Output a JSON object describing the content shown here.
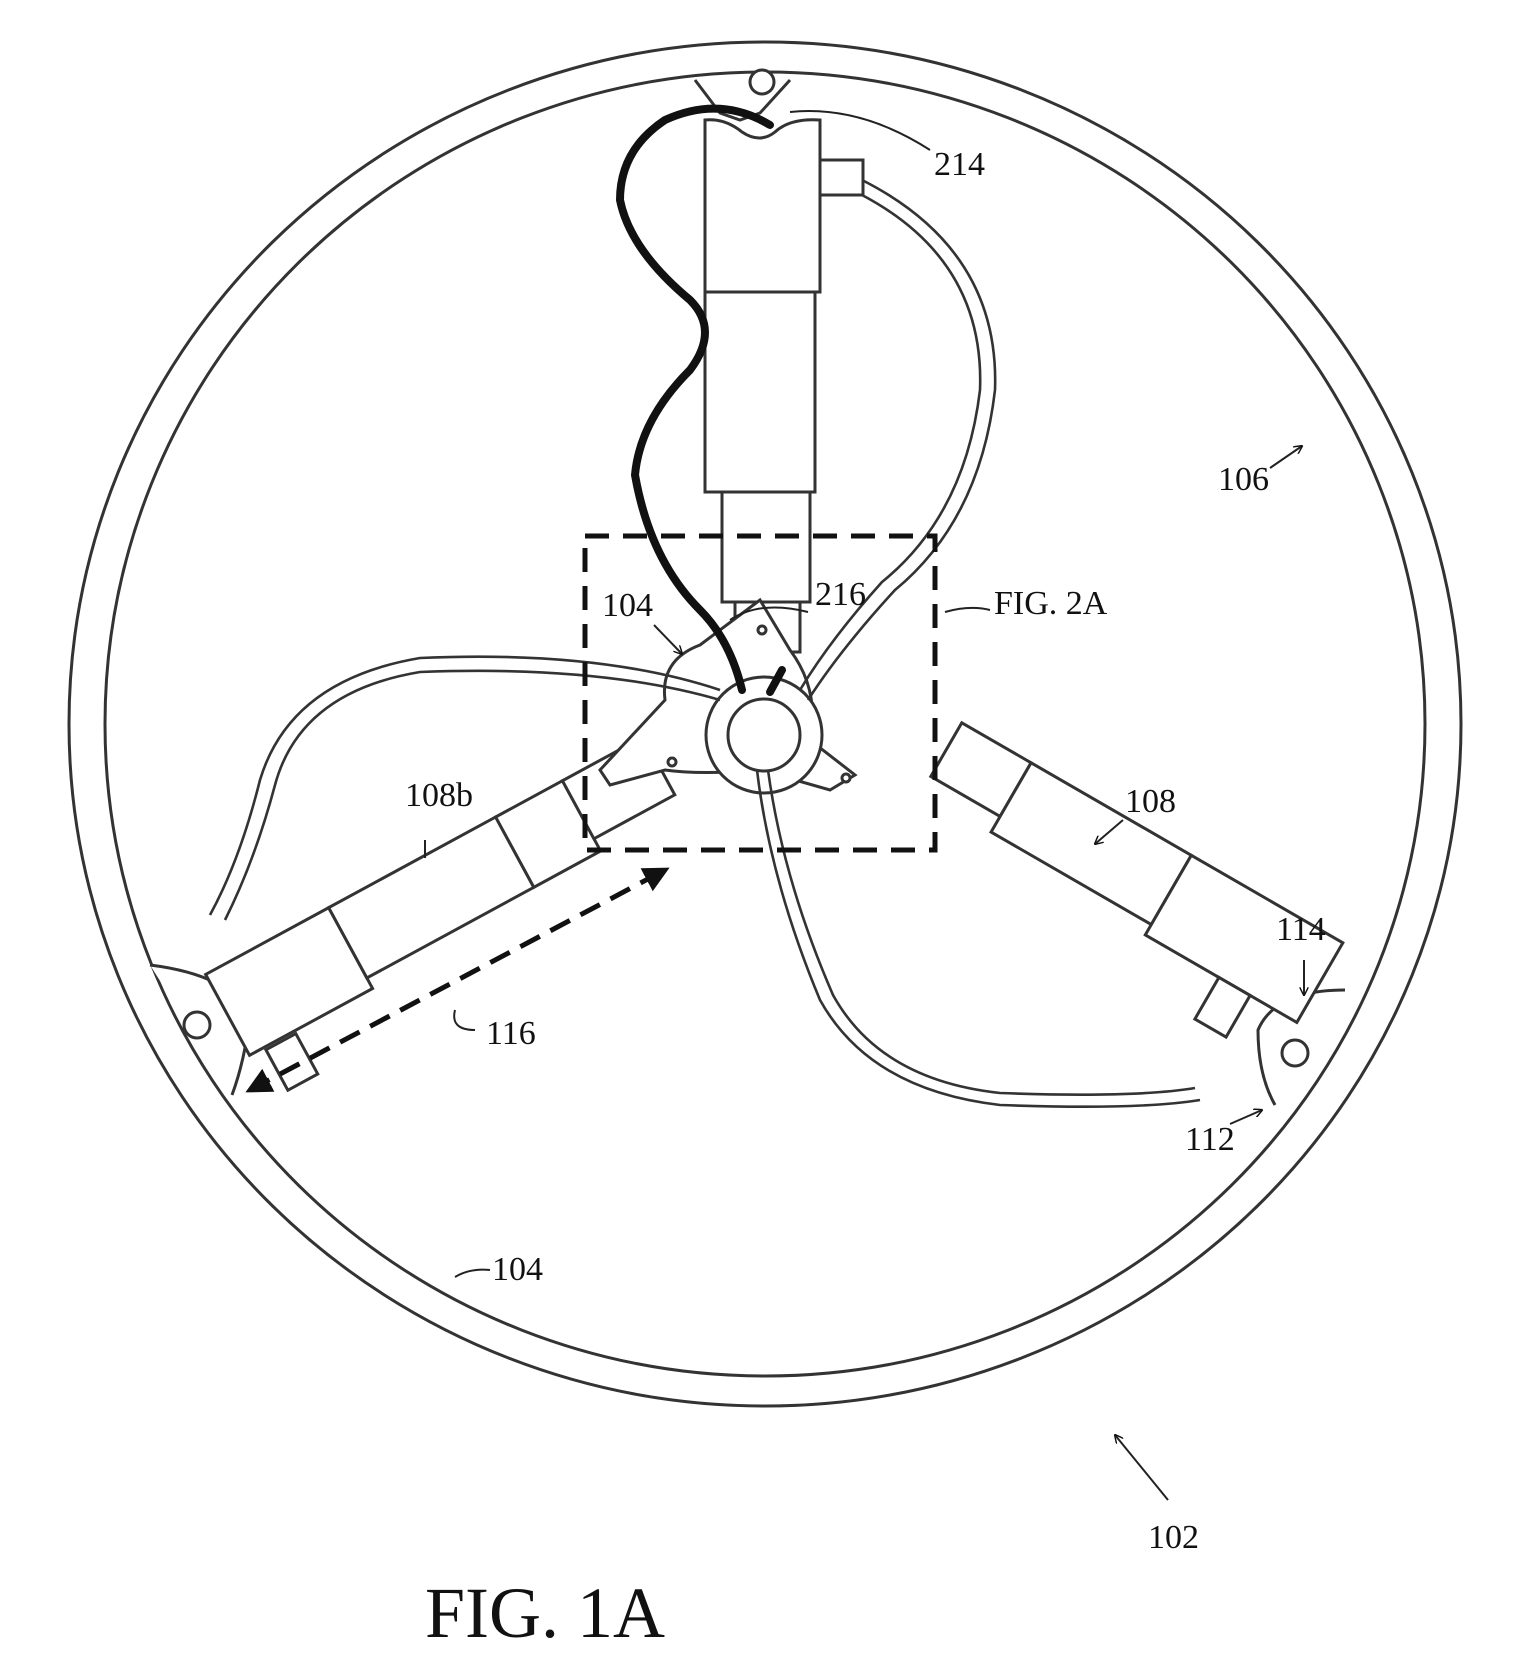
{
  "figure": {
    "caption": "FIG. 1A",
    "ink_color": "#111111",
    "background": "#ffffff"
  },
  "labels": {
    "ref_214": "214",
    "ref_106": "106",
    "ref_216": "216",
    "ref_fig2a": "FIG. 2A",
    "ref_104_hub": "104",
    "ref_108b": "108b",
    "ref_108": "108",
    "ref_114": "114",
    "ref_116": "116",
    "ref_112": "112",
    "ref_104_ring": "104",
    "ref_102": "102"
  }
}
